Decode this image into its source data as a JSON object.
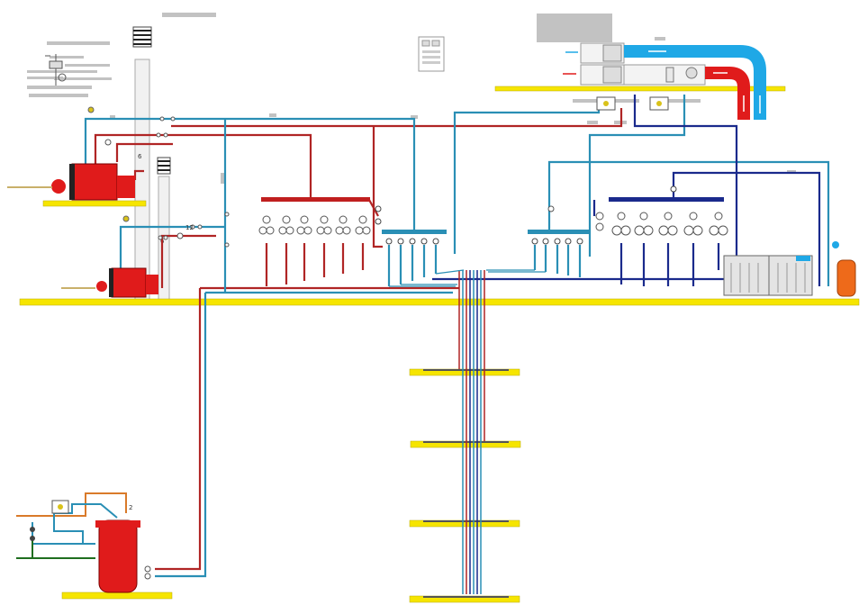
{
  "diagram": {
    "type": "hvac-hydronic-schematic",
    "labels": {
      "stack_tag_a": "6",
      "stack_tag_b": "6",
      "gauge_code": "12",
      "mixing_number": "2"
    },
    "colors": {
      "supply_hot": "#b02525",
      "return_cool": "#2a8fb5",
      "chilled": "#1a2a8c",
      "domestic_green": "#1f6e1f",
      "orange_line": "#d97a2a",
      "slab": "#f6e500",
      "boiler_red": "#e01b1b",
      "duct_blue": "#1fa8e6",
      "duct_red": "#e01b1b",
      "grey_label": "#b8b8b8"
    },
    "components": [
      "boiler-upper",
      "boiler-lower",
      "chimney-stack",
      "hot-manifold",
      "return-manifold",
      "chilled-manifold",
      "chiller-units",
      "expansion-tank",
      "storage-tank",
      "air-handling-unit",
      "duct-run"
    ],
    "floors": 5
  }
}
